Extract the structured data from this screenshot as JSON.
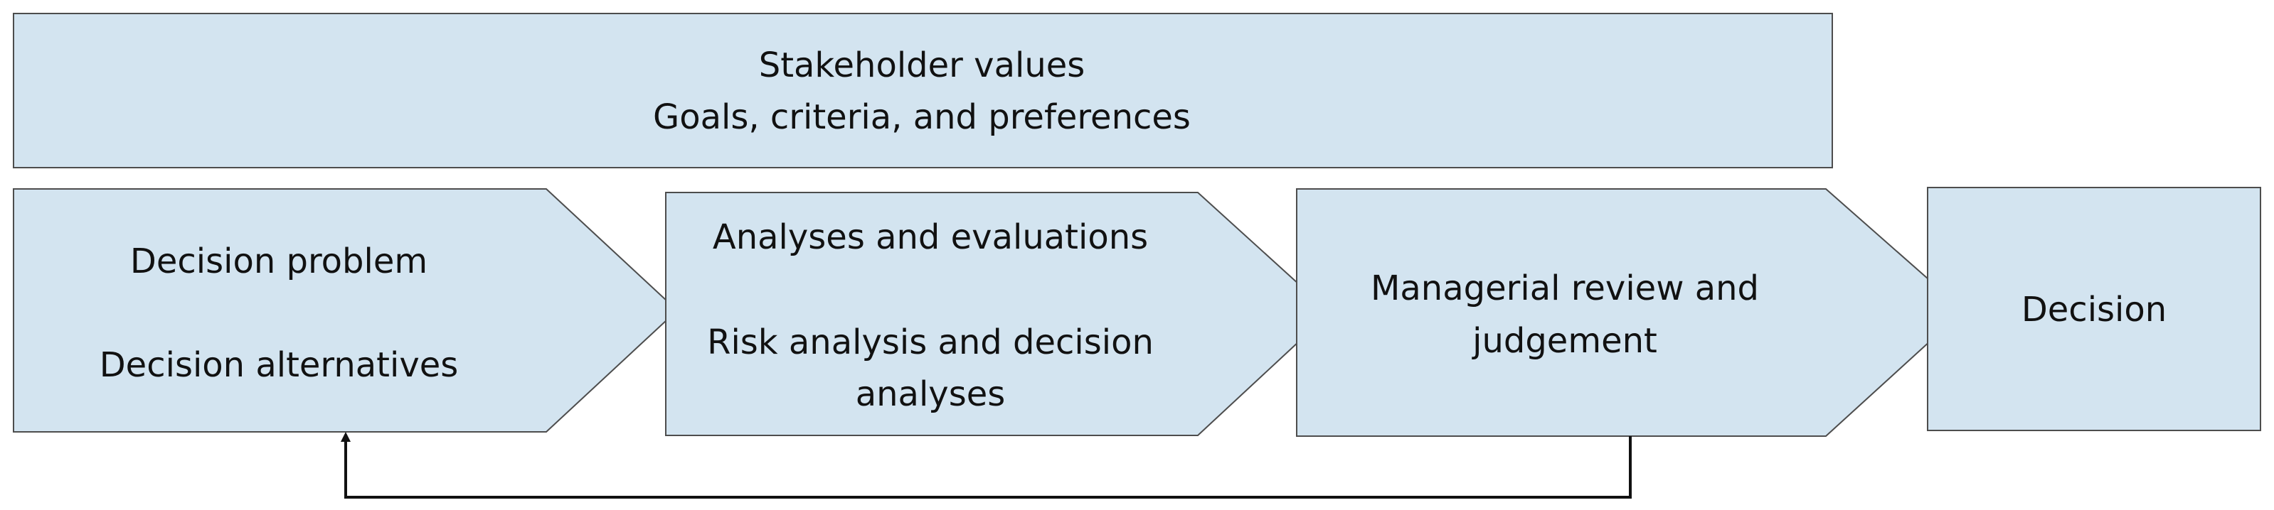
{
  "stakeholder_box": {
    "line1": "Stakeholder values",
    "line2": "Goals, criteria, and preferences"
  },
  "steps": [
    {
      "lines": [
        "Decision problem",
        "",
        "Decision alternatives"
      ]
    },
    {
      "lines": [
        "Analyses and evaluations",
        "",
        "Risk analysis and decision",
        "analyses"
      ]
    },
    {
      "lines": [
        "Managerial review and",
        "judgement"
      ]
    },
    {
      "lines": [
        "Decision"
      ]
    }
  ],
  "colors": {
    "box_fill": "#d3e4f0",
    "box_stroke": "#4d4d4d",
    "text": "#111111",
    "connector": "#111111"
  }
}
